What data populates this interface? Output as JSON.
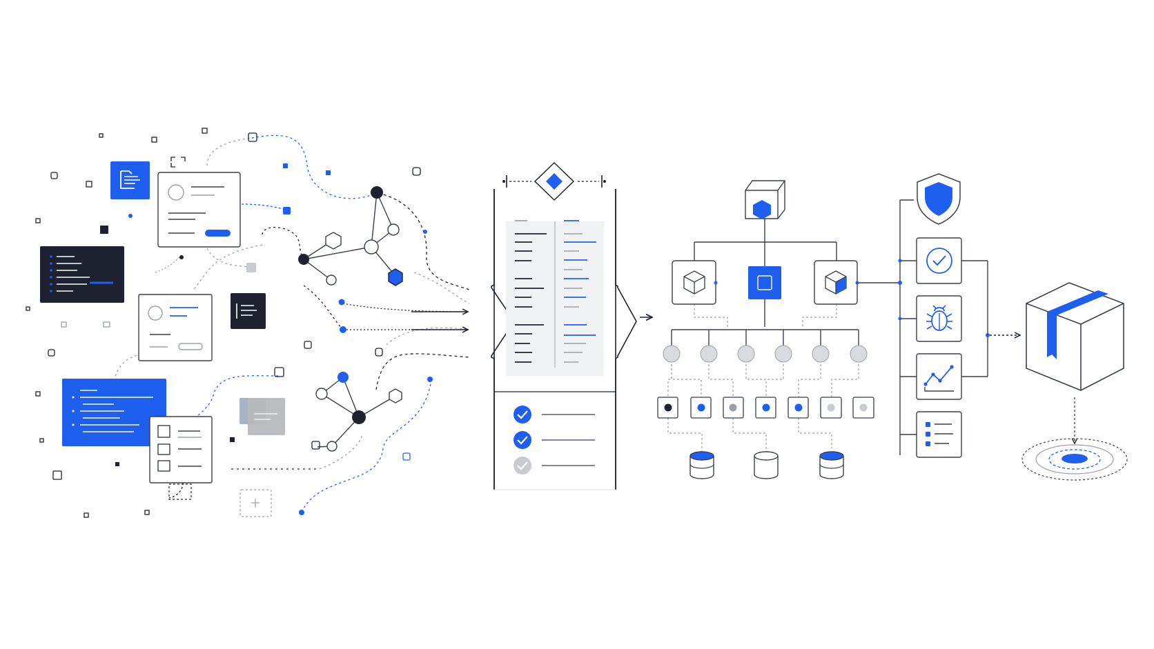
{
  "colors": {
    "ink": "#1e2230",
    "blue": "#1f5ff0",
    "gray": "#9aa0a8",
    "light_gray": "#d9dbde",
    "panel": "#f1f2f3"
  },
  "stages": [
    {
      "id": "inputs",
      "icons": [
        "document-icon",
        "code-panel-icon",
        "form-card-icon",
        "graph-network-icon",
        "checklist-icon"
      ]
    },
    {
      "id": "review",
      "checklist": {
        "checked_count": 2,
        "total": 3
      }
    },
    {
      "id": "architecture",
      "icons": [
        "cube-icon",
        "database-icon"
      ]
    },
    {
      "id": "quality",
      "icons": [
        "shield-icon",
        "checkmark-icon",
        "bug-icon",
        "chart-icon",
        "list-icon"
      ]
    },
    {
      "id": "delivery",
      "icons": [
        "package-icon",
        "target-icon"
      ]
    }
  ]
}
